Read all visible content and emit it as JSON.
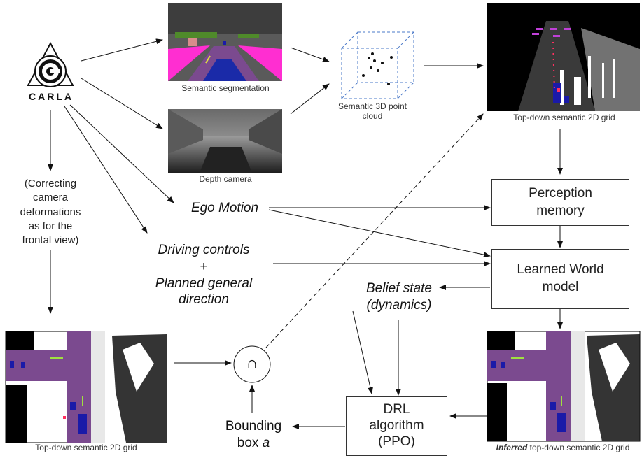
{
  "logo": {
    "text": "CARLA"
  },
  "images": {
    "semantic_segmentation": "Semantic segmentation",
    "depth_camera": "Depth camera",
    "point_cloud": "Semantic 3D point cloud",
    "topdown_top": "Top-down semantic 2D grid",
    "topdown_left": "Top-down semantic 2D grid",
    "topdown_inferred_prefix": "Inferred",
    "topdown_inferred_rest": " top-down semantic 2D grid"
  },
  "notes": {
    "correcting": [
      "(Correcting",
      "camera",
      "deformations",
      "as for the",
      "frontal view)"
    ]
  },
  "nodes": {
    "ego_motion": "Ego Motion",
    "driving_controls": [
      "Driving controls",
      "+",
      "Planned general",
      "direction"
    ],
    "belief_state": [
      "Belief state",
      "(dynamics)"
    ],
    "perception_memory": [
      "Perception",
      "memory"
    ],
    "world_model": [
      "Learned World",
      "model"
    ],
    "drl": [
      "DRL",
      "algorithm",
      "(PPO)"
    ],
    "bounding_box": [
      "Bounding",
      "box "
    ],
    "bounding_box_var": "a",
    "intersection": "∩"
  },
  "colors": {
    "road_purple": "#7b4a8f",
    "magenta": "#ff2ed1",
    "car_blue": "#1a1aa8",
    "arrow": "#111111"
  }
}
